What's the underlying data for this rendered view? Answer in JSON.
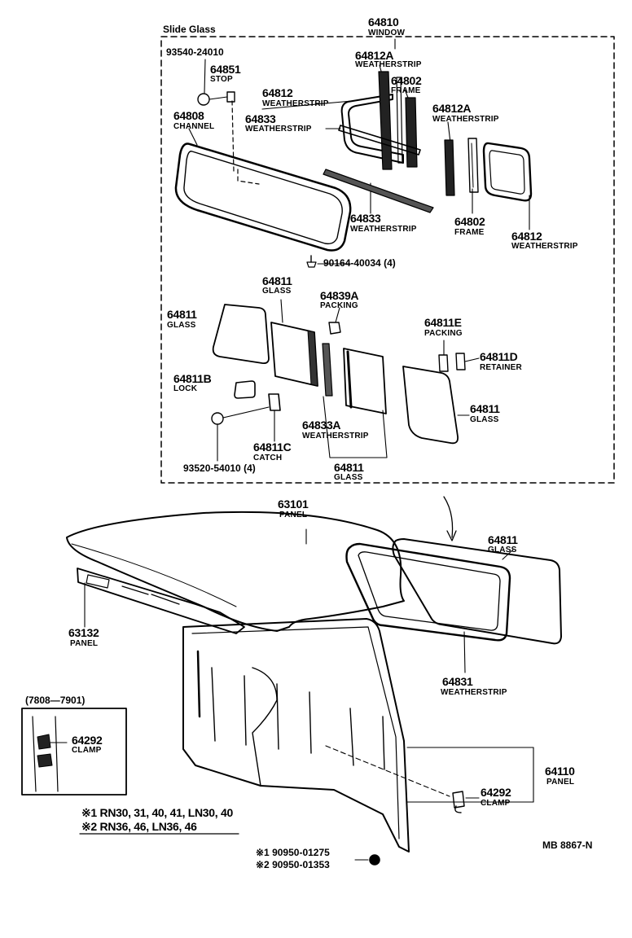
{
  "section_title": "Slide Glass",
  "diagram_code": "MB 8867-N",
  "inset_range": "(7808—7901)",
  "notes": [
    {
      "mark": "※1",
      "text": "RN30, 31, 40, 41, LN30, 40"
    },
    {
      "mark": "※2",
      "text": "RN36, 46, LN36, 46"
    }
  ],
  "footnote_parts": [
    {
      "mark": "※1",
      "part": "90950-01275"
    },
    {
      "mark": "※2",
      "part": "90950-01353"
    }
  ],
  "callouts": {
    "p64810": {
      "part": "64810",
      "name": "WINDOW"
    },
    "p93540": {
      "part": "93540-24010"
    },
    "p64851": {
      "part": "64851",
      "name": "STOP"
    },
    "p64808": {
      "part": "64808",
      "name": "CHANNEL"
    },
    "p64812A_top": {
      "part": "64812A",
      "name": "WEATHERSTRIP"
    },
    "p64802_top": {
      "part": "64802",
      "name": "FRAME"
    },
    "p64812_top": {
      "part": "64812",
      "name": "WEATHERSTRIP"
    },
    "p64833_top": {
      "part": "64833",
      "name": "WEATHERSTRIP"
    },
    "p64812A_right": {
      "part": "64812A",
      "name": "WEATHERSTRIP"
    },
    "p64833_mid": {
      "part": "64833",
      "name": "WEATHERSTRIP"
    },
    "p64802_mid": {
      "part": "64802",
      "name": "FRAME"
    },
    "p64812_right": {
      "part": "64812",
      "name": "WEATHERSTRIP"
    },
    "p90164": {
      "part": "90164-40034 (4)"
    },
    "p64811_glass_top": {
      "part": "64811",
      "name": "GLASS"
    },
    "p64839A": {
      "part": "64839A",
      "name": "PACKING"
    },
    "p64811_glass_left": {
      "part": "64811",
      "name": "GLASS"
    },
    "p64811E": {
      "part": "64811E",
      "name": "PACKING"
    },
    "p64811D": {
      "part": "64811D",
      "name": "RETAINER"
    },
    "p64811B": {
      "part": "64811B",
      "name": "LOCK"
    },
    "p64811_glass_right": {
      "part": "64811",
      "name": "GLASS"
    },
    "p64833A": {
      "part": "64833A",
      "name": "WEATHERSTRIP"
    },
    "p64811C": {
      "part": "64811C",
      "name": "CATCH"
    },
    "p93520": {
      "part": "93520-54010 (4)"
    },
    "p64811_glass_bottom": {
      "part": "64811",
      "name": "GLASS"
    },
    "p63101": {
      "part": "63101",
      "name": "PANEL"
    },
    "p64811_glass_back": {
      "part": "64811",
      "name": "GLASS"
    },
    "p63132": {
      "part": "63132",
      "name": "PANEL"
    },
    "p64831": {
      "part": "64831",
      "name": "WEATHERSTRIP"
    },
    "p64292_inset": {
      "part": "64292",
      "name": "CLAMP"
    },
    "p64110": {
      "part": "64110",
      "name": "PANEL"
    },
    "p64292_main": {
      "part": "64292",
      "name": "CLAMP"
    }
  }
}
